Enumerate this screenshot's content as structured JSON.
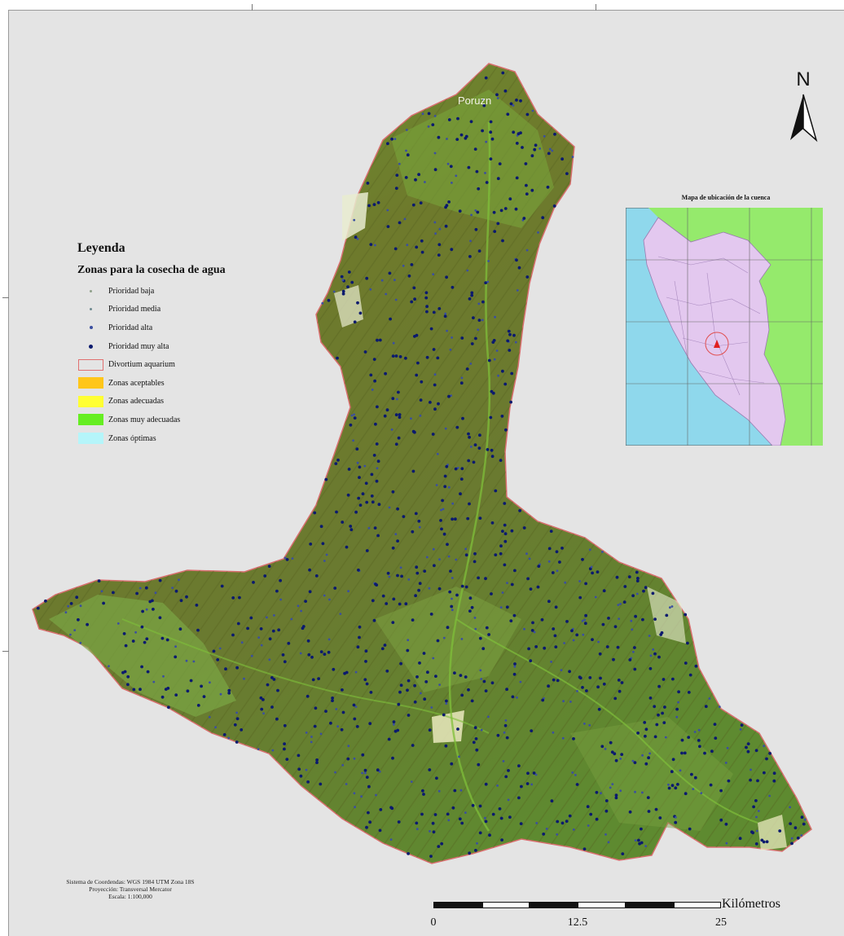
{
  "map": {
    "place_label": "Poruzn",
    "north_letter": "N"
  },
  "legend": {
    "title": "Leyenda",
    "subtitle": "Zonas para la cosecha de agua",
    "items": [
      {
        "label": "Prioridad baja",
        "symbol": "dot",
        "color": "#8fa08a",
        "size": "small"
      },
      {
        "label": "Prioridad media",
        "symbol": "dot",
        "color": "#6f8a8f",
        "size": "small"
      },
      {
        "label": "Prioridad alta",
        "symbol": "dot",
        "color": "#3b4fa0",
        "size": "medium"
      },
      {
        "label": "Prioridad muy alta",
        "symbol": "dot",
        "color": "#0b1a6e",
        "size": "large"
      },
      {
        "label": "Divortium aquarium",
        "symbol": "outline",
        "color": "#e07070"
      },
      {
        "label": "Zonas aceptables",
        "symbol": "fill",
        "color": "#ffc61a"
      },
      {
        "label": "Zonas adecuadas",
        "symbol": "fill",
        "color": "#ffff33"
      },
      {
        "label": "Zonas muy adecuadas",
        "symbol": "fill",
        "color": "#66ee22"
      },
      {
        "label": "Zonas óptimas",
        "symbol": "fill",
        "color": "#b5f5fa"
      }
    ]
  },
  "inset": {
    "title": "Mapa de ubicación de la cuenca",
    "ocean_color": "#8fd8ec",
    "land_color": "#95ea6c",
    "country_color": "#e3c8ef",
    "highlight_color": "#e02020"
  },
  "footer": {
    "coordinate_system": "Sistema de Coordendas: WGS 1984 UTM Zona 18S",
    "projection": "Proyección: Transversal Mercator",
    "scale": "Escala: 1:100,000"
  },
  "scalebar": {
    "labels": [
      "0",
      "12.5",
      "25"
    ],
    "unit": "Kilómetros"
  }
}
